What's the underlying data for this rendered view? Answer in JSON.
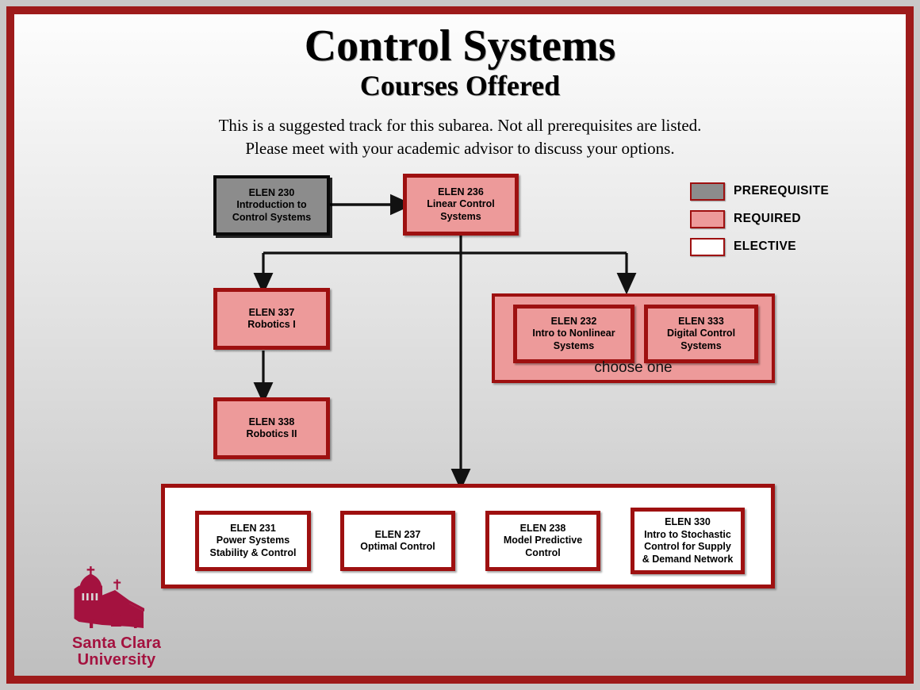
{
  "header": {
    "title": "Control Systems",
    "subtitle": "Courses Offered",
    "note_line1": "This is a suggested track for this subarea. Not all prerequisites are  listed.",
    "note_line2": "Please meet with your academic advisor to discuss your options."
  },
  "legend": {
    "items": [
      {
        "label": "PREREQUISITE",
        "color": "#8c8c8c"
      },
      {
        "label": "REQUIRED",
        "color": "#ed9a9a"
      },
      {
        "label": "ELECTIVE",
        "color": "#ffffff"
      }
    ]
  },
  "colors": {
    "crimson": "#9e1010",
    "frame": "#9e1b1b",
    "prerequisite_fill": "#8c8c8c",
    "required_fill": "#ed9a9a",
    "elective_fill": "#ffffff",
    "logo": "#a4123f",
    "arrow": "#111111"
  },
  "nodes": {
    "elen230": {
      "code": "ELEN 230",
      "name": "Introduction to\nControl Systems",
      "type": "prerequisite"
    },
    "elen236": {
      "code": "ELEN 236",
      "name": "Linear Control\nSystems",
      "type": "required"
    },
    "elen337": {
      "code": "ELEN 337",
      "name": "Robotics I",
      "type": "required"
    },
    "elen338": {
      "code": "ELEN 338",
      "name": "Robotics II",
      "type": "required"
    },
    "elen232": {
      "code": "ELEN 232",
      "name": "Intro to Nonlinear\nSystems",
      "type": "required"
    },
    "elen333": {
      "code": "ELEN 333",
      "name": "Digital Control\nSystems",
      "type": "required"
    },
    "elen231": {
      "code": "ELEN 231",
      "name": "Power Systems\nStability & Control",
      "type": "elective"
    },
    "elen237": {
      "code": "ELEN 237",
      "name": "Optimal Control",
      "type": "elective"
    },
    "elen238": {
      "code": "ELEN 238",
      "name": "Model Predictive\nControl",
      "type": "elective"
    },
    "elen330": {
      "code": "ELEN 330",
      "name": "Intro to Stochastic\nControl for Supply\n& Demand Network",
      "type": "elective"
    }
  },
  "labels": {
    "elen230": "ELEN 230\nIntroduction to\nControl Systems",
    "elen236": "ELEN 236\nLinear Control\nSystems",
    "elen337": "ELEN 337\nRobotics I",
    "elen338": "ELEN 338\nRobotics II",
    "elen232": "ELEN 232\nIntro to Nonlinear\nSystems",
    "elen333": "ELEN 333\nDigital Control\nSystems",
    "elen231": "ELEN 231\nPower Systems\nStability & Control",
    "elen237": "ELEN 237\nOptimal Control",
    "elen238": "ELEN 238\nModel Predictive\nControl",
    "elen330": "ELEN 330\nIntro to Stochastic\nControl for Supply\n& Demand Network"
  },
  "groups": {
    "choose_one_caption": "choose one"
  },
  "logo": {
    "name": "Santa Clara\nUniversity",
    "mark": "mission-church-icon"
  }
}
